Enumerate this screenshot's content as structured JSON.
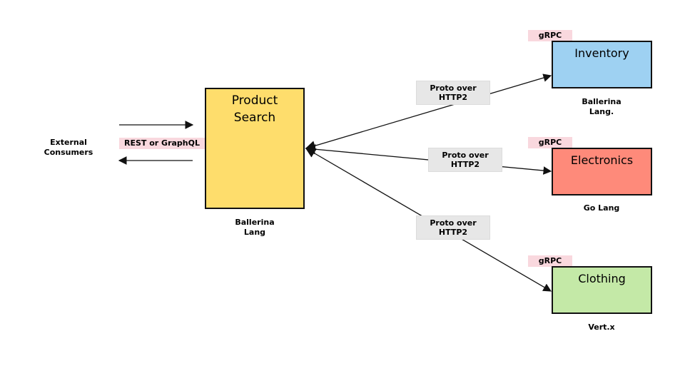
{
  "external": {
    "label": "External\nConsumers",
    "interface_label": "REST or GraphQL"
  },
  "product_search": {
    "title": "Product Search",
    "lang": "Ballerina\nLang"
  },
  "services": [
    {
      "title": "Inventory",
      "protocol": "gRPC",
      "lang": "Ballerina\nLang.",
      "link_label": "Proto over\nHTTP2",
      "color": "#9ed1f2"
    },
    {
      "title": "Electronics",
      "protocol": "gRPC",
      "lang": "Go Lang",
      "link_label": "Proto over\nHTTP2",
      "color": "#fe8a7a"
    },
    {
      "title": "Clothing",
      "protocol": "gRPC",
      "lang": "Vert.x",
      "link_label": "Proto over\nHTTP2",
      "color": "#c4e9a7"
    }
  ],
  "colors": {
    "product_search": "#fedd6c",
    "tag_pink": "#f9d8de",
    "tag_grey": "#e7e7e7",
    "stroke": "#111111"
  }
}
